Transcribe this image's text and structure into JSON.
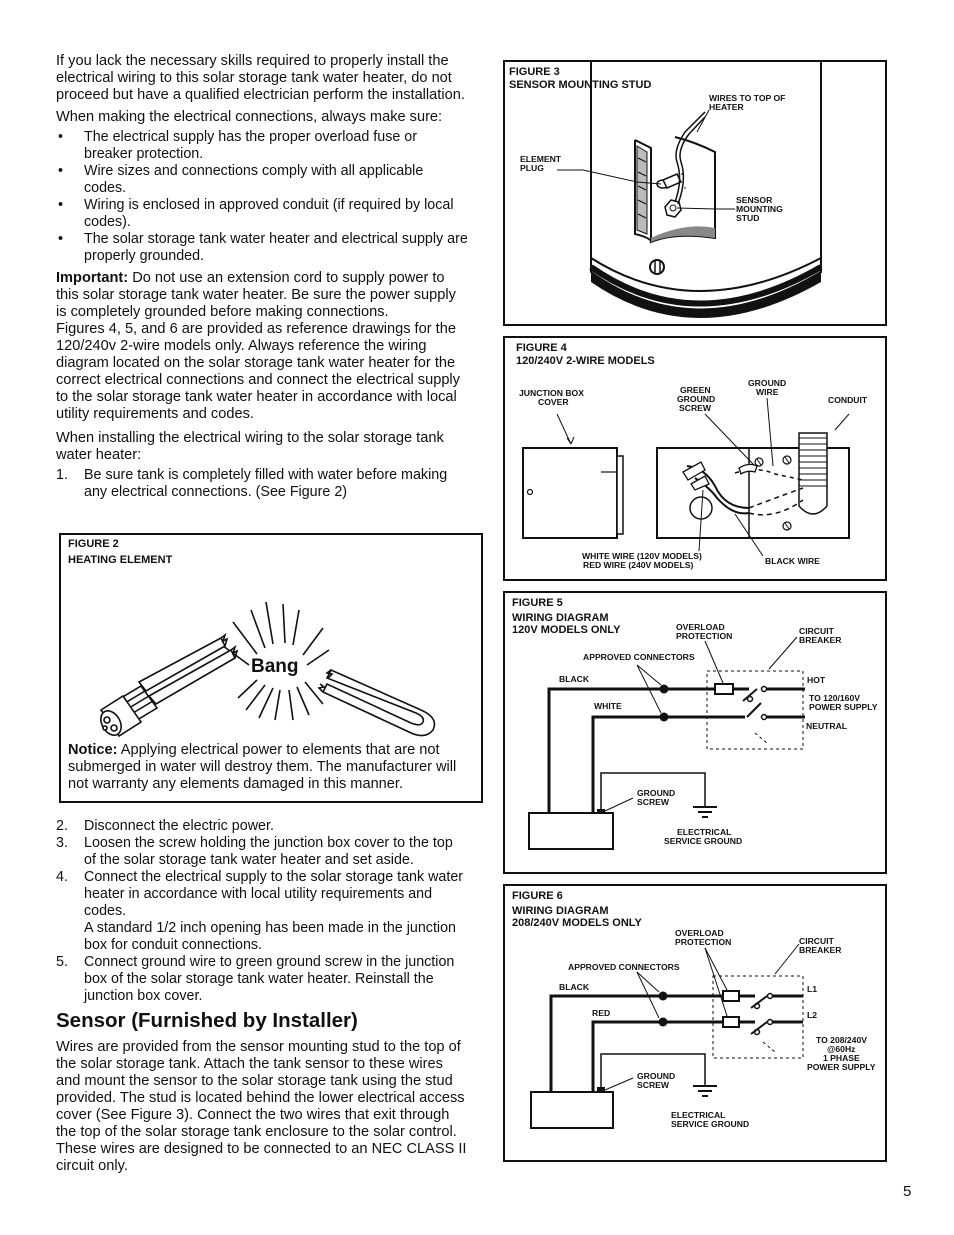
{
  "left": {
    "intro": "If you lack the necessary skills required to properly install the electrical wiring to this solar storage tank water heater, do not proceed but have a qualified electrician perform the installation.",
    "make_sure": "When making the electrical connections, always make sure:",
    "bullets": [
      "The electrical supply has the proper overload fuse    or breaker protection.",
      "Wire sizes and connections comply with all applicable codes.",
      "Wiring is enclosed in approved conduit (if required by local codes).",
      "The solar storage tank water heater and electrical supply are properly  grounded."
    ],
    "important_label": "Important:",
    "important_text": " Do not use an extension cord to supply power to this solar storage tank water heater.  Be sure the power supply is completely grounded before making connections.",
    "figures_text": "Figures 4, 5, and 6 are provided as reference drawings for the 120/240v 2-wire models only. Always reference the wiring diagram located on the solar storage tank water heater for the correct electrical connections and connect the electrical supply to the solar storage tank water heater in accordance with local utility requirements and codes.",
    "when_installing": "When installing the electrical wiring to the solar storage tank water heater:",
    "steps_a": [
      {
        "num": "1.",
        "text": "Be sure tank is completely filled with water before making any electrical connections. (See Figure 2)"
      }
    ],
    "steps_b": [
      {
        "num": "2.",
        "text": "Disconnect the electric power."
      },
      {
        "num": "3.",
        "text": "Loosen the screw holding the junction box cover  to the top of the solar storage tank water heater and set aside."
      },
      {
        "num": "4.",
        "text": "Connect the electrical supply to the solar storage tank water heater in accordance with local utility requirements and codes."
      },
      {
        "num": "",
        "text": "A standard 1/2 inch opening has been made in the junction box for conduit connections."
      },
      {
        "num": "5.",
        "text": "Connect ground wire to green ground screw in the junction box of the solar storage tank water heater.  Reinstall the junction box cover."
      }
    ],
    "sensor_heading": "Sensor (Furnished by Installer)",
    "sensor_text": "Wires are provided from the sensor mounting stud to the top of the solar storage tank.  Attach the tank sensor to these wires and mount the sensor to the solar storage tank using the stud provided.  The stud is located behind the lower electrical access cover (See Figure 3).  Connect the two wires that exit through the top of the solar storage tank enclosure to the solar control.  These wires are designed to be connected to an NEC CLASS II circuit only."
  },
  "fig2": {
    "num": "FIGURE 2",
    "title": "HEATING ELEMENT",
    "bang": "Bang",
    "notice_label": "Notice:",
    "notice_text": " Applying electrical power to elements that are not submerged in water will destroy them. The manufacturer will not warranty any elements damaged in this manner."
  },
  "fig3": {
    "num": "FIGURE 3",
    "title": "SENSOR MOUNTING STUD",
    "wires_top_1": "WIRES TO TOP OF",
    "wires_top_2": "HEATER",
    "element_1": "ELEMENT",
    "element_2": "PLUG",
    "sensor_1": "SENSOR",
    "sensor_2": "MOUNTING",
    "sensor_3": "STUD"
  },
  "fig4": {
    "num": "FIGURE 4",
    "title": "120/240V 2-WIRE MODELS",
    "jb_1": "JUNCTION BOX",
    "jb_2": "COVER",
    "green_1": "GREEN",
    "green_2": "GROUND",
    "green_3": "SCREW",
    "gw_1": "GROUND",
    "gw_2": "WIRE",
    "conduit": "CONDUIT",
    "white_1": "WHITE WIRE (120V MODELS)",
    "white_2": "RED WIRE (240V MODELS)",
    "black": "BLACK WIRE"
  },
  "fig5": {
    "num": "FIGURE 5",
    "title_1": "WIRING DIAGRAM",
    "title_2": "120V MODELS ONLY",
    "overload_1": "OVERLOAD",
    "overload_2": "PROTECTION",
    "breaker_1": "CIRCUIT",
    "breaker_2": "BREAKER",
    "connectors": "APPROVED CONNECTORS",
    "black": "BLACK",
    "hot": "HOT",
    "white": "WHITE",
    "to_1": "TO 120/160V",
    "to_2": "POWER SUPPLY",
    "neutral": "NEUTRAL",
    "gs_1": "GROUND",
    "gs_2": "SCREW",
    "es_1": "ELECTRICAL",
    "es_2": "SERVICE GROUND"
  },
  "fig6": {
    "num": "FIGURE 6",
    "title_1": "WIRING DIAGRAM",
    "title_2": "208/240V MODELS ONLY",
    "overload_1": "OVERLOAD",
    "overload_2": "PROTECTION",
    "breaker_1": "CIRCUIT",
    "breaker_2": "BREAKER",
    "connectors": "APPROVED CONNECTORS",
    "black": "BLACK",
    "l1": "L1",
    "red": "RED",
    "l2": "L2",
    "to_1": "TO 208/240V",
    "to_2": "@60Hz",
    "to_3": "1 PHASE",
    "to_4": "POWER SUPPLY",
    "gs_1": "GROUND",
    "gs_2": "SCREW",
    "es_1": "ELECTRICAL",
    "es_2": "SERVICE GROUND"
  },
  "page_number": "5"
}
